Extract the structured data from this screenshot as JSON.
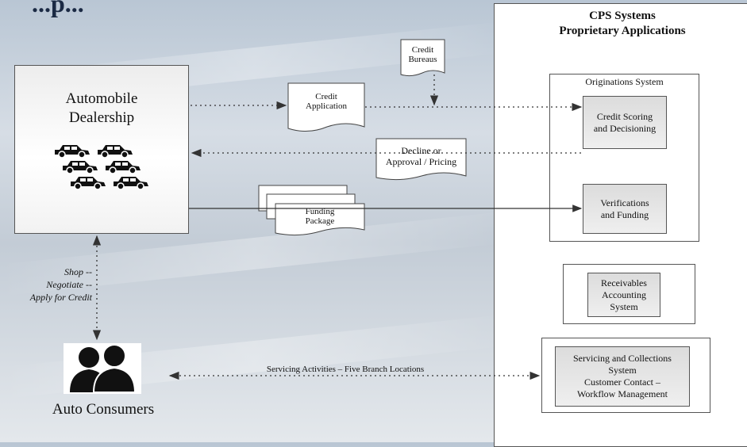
{
  "header_partial": "...p...",
  "cps": {
    "title_line1": "CPS Systems",
    "title_line2": "Proprietary Applications"
  },
  "dealer": {
    "line1": "Automobile",
    "line2": "Dealership"
  },
  "orig": {
    "label": "Originations System",
    "credit_scoring_1": "Credit Scoring",
    "credit_scoring_2": "and Decisioning",
    "verif_1": "Verifications",
    "verif_2": "and Funding"
  },
  "receivables": {
    "line1": "Receivables",
    "line2": "Accounting",
    "line3": "System"
  },
  "servicing": {
    "line1": "Servicing and Collections",
    "line2": "System",
    "line3": "Customer Contact –",
    "line4": "Workflow Management"
  },
  "docs": {
    "credit_bureaus_1": "Credit",
    "credit_bureaus_2": "Bureaus",
    "credit_app_1": "Credit",
    "credit_app_2": "Application",
    "decline_1": "Decline or",
    "decline_2": "Approval / Pricing",
    "funding_1": "Funding",
    "funding_2": "Package"
  },
  "shop": {
    "line1": "Shop --",
    "line2": "Negotiate --",
    "line3": "Apply for Credit"
  },
  "servicing_activities": "Servicing Activities – Five Branch Locations",
  "consumers_label": "Auto Consumers",
  "icons": [
    "car-icon",
    "people-icon",
    "arrow-icon"
  ]
}
